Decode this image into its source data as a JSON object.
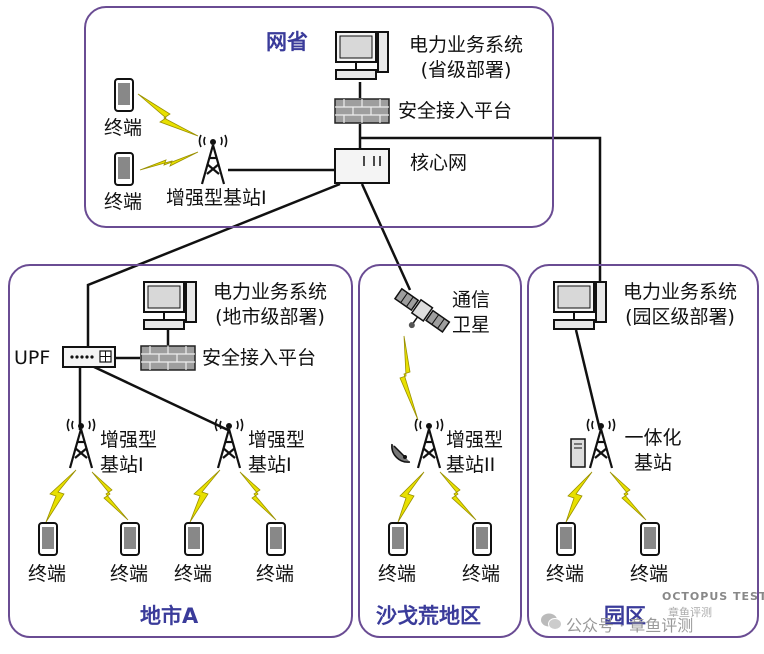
{
  "regions": {
    "province": {
      "title": "网省"
    },
    "city": {
      "title": "地市A"
    },
    "desert": {
      "title": "沙戈荒地区"
    },
    "park": {
      "title": "园区"
    }
  },
  "province": {
    "system_line1": "电力业务系统",
    "system_line2": "(省级部署)",
    "gateway": "安全接入平台",
    "core": "核心网",
    "terminal": "终端",
    "base_station": "增强型基站I"
  },
  "city": {
    "system_line1": "电力业务系统",
    "system_line2": "(地市级部署)",
    "gateway": "安全接入平台",
    "upf": "UPF",
    "base_station_line1": "增强型",
    "base_station_line2": "基站I",
    "terminal": "终端"
  },
  "desert": {
    "satellite_line1": "通信",
    "satellite_line2": "卫星",
    "base_station_line1": "增强型",
    "base_station_line2": "基站II",
    "terminal": "终端"
  },
  "park": {
    "system_line1": "电力业务系统",
    "system_line2": "(园区级部署)",
    "base_station_line1": "一体化",
    "base_station_line2": "基站",
    "terminal": "终端"
  },
  "watermark": {
    "brand_line1": "OCTOPUS TEST",
    "brand_line2": "章鱼评测",
    "account": "公众号 · 章鱼评测"
  },
  "colors": {
    "region_border": "#6a4c93",
    "title": "#3a3b9a",
    "lightning": "#e8e000",
    "line": "#111111"
  }
}
